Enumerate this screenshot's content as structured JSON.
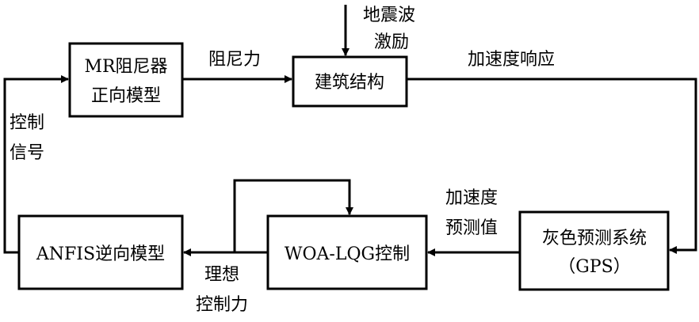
{
  "blocks": {
    "mr_damper": [
      "MR阻尼器",
      "正向模型"
    ],
    "building": "建筑结构",
    "grey_predict": [
      "灰色预测系统",
      "（GPS）"
    ],
    "woa_lqg": "WOA-LQG控制",
    "anfis": "ANFIS逆向模型"
  },
  "labels": {
    "seismic": [
      "地震波",
      "激励"
    ],
    "damping_force": "阻尼力",
    "acc_response": "加速度响应",
    "acc_predicted": [
      "加速度",
      "预测值"
    ],
    "ideal_force": [
      "理想",
      "控制力"
    ],
    "control_signal": [
      "控制",
      "信号"
    ]
  }
}
